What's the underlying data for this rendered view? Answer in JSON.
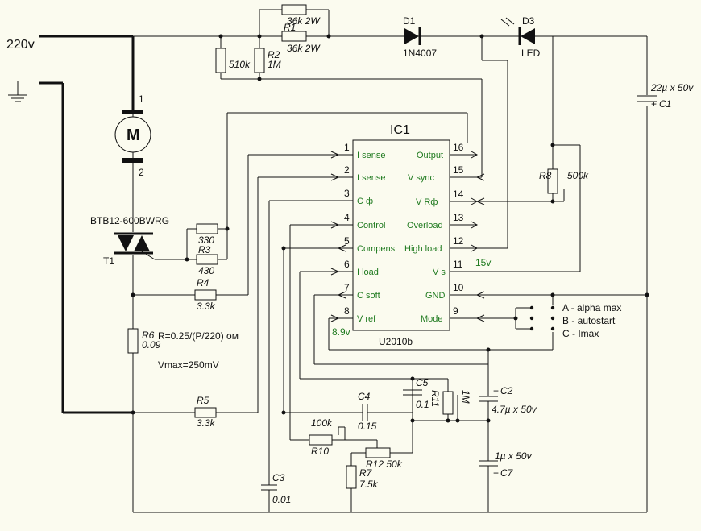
{
  "supply": {
    "line": "220v"
  },
  "motor": {
    "letter": "M",
    "pin1": "1",
    "pin2": "2"
  },
  "triac": {
    "part": "BTB12-600BWRG",
    "ref": "T1"
  },
  "resistors": {
    "r1a": {
      "value": "36k 2W"
    },
    "r1b": {
      "ref": "R1",
      "value": "36k 2W"
    },
    "r2": {
      "ref": "R2",
      "value": "1M"
    },
    "r510": {
      "value": "510k"
    },
    "r3a": {
      "value": "330"
    },
    "r3b": {
      "ref": "R3",
      "value": "430"
    },
    "r4": {
      "ref": "R4",
      "value": "3.3k"
    },
    "r5": {
      "ref": "R5",
      "value": "3.3k"
    },
    "r6": {
      "ref": "R6",
      "value": "0.09"
    },
    "r7": {
      "ref": "R7",
      "value": "7.5k"
    },
    "r8": {
      "ref": "R8",
      "value": "500k"
    },
    "r10": {
      "ref": "R10",
      "value": "100k"
    },
    "r11": {
      "ref": "R11",
      "value": "1M"
    },
    "r12": {
      "ref": "R12",
      "value": "50k"
    }
  },
  "notes": {
    "r6_formula": "R=0.25/(P/220) ом",
    "vmax": "Vmax=250mV"
  },
  "diodes": {
    "d1": {
      "ref": "D1",
      "part": "1N4007"
    },
    "d3": {
      "ref": "D3",
      "part": "LED"
    }
  },
  "caps": {
    "c1": {
      "ref": "C1",
      "value": "22µ x 50v"
    },
    "c2": {
      "ref": "C2",
      "value": "4.7µ x 50v"
    },
    "c3": {
      "ref": "C3",
      "value": "0.01"
    },
    "c4": {
      "ref": "C4",
      "value": "0.15"
    },
    "c5": {
      "ref": "C5",
      "value": "0.1"
    },
    "c7": {
      "ref": "C7",
      "value": "1µ x 50v"
    },
    "plus": "+"
  },
  "ic": {
    "ref": "IC1",
    "part": "U2010b",
    "left_pins": [
      {
        "num": "1",
        "name": "I sense"
      },
      {
        "num": "2",
        "name": "I sense"
      },
      {
        "num": "3",
        "name": "C ф"
      },
      {
        "num": "4",
        "name": "Control"
      },
      {
        "num": "5",
        "name": "Compens"
      },
      {
        "num": "6",
        "name": "I load"
      },
      {
        "num": "7",
        "name": "C soft"
      },
      {
        "num": "8",
        "name": "V ref"
      }
    ],
    "right_pins": [
      {
        "num": "16",
        "name": "Output"
      },
      {
        "num": "15",
        "name": "V sync"
      },
      {
        "num": "14",
        "name": "V Rф"
      },
      {
        "num": "13",
        "name": "Overload"
      },
      {
        "num": "12",
        "name": "High load"
      },
      {
        "num": "11",
        "name": "V s"
      },
      {
        "num": "10",
        "name": "GND"
      },
      {
        "num": "9",
        "name": "Mode"
      }
    ],
    "v15": "15v",
    "v89": "8.9v"
  },
  "mode_options": [
    "A - alpha max",
    "B - autostart",
    "C - Imax"
  ]
}
